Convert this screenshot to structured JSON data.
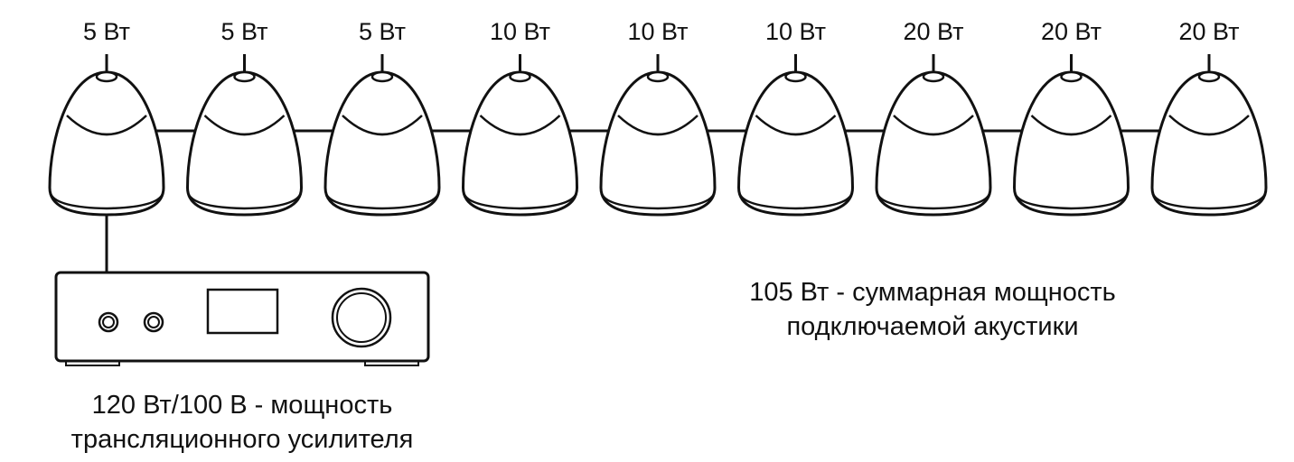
{
  "speakers": [
    {
      "power": "5 Вт"
    },
    {
      "power": "5 Вт"
    },
    {
      "power": "5 Вт"
    },
    {
      "power": "10 Вт"
    },
    {
      "power": "10 Вт"
    },
    {
      "power": "10 Вт"
    },
    {
      "power": "20 Вт"
    },
    {
      "power": "20 Вт"
    },
    {
      "power": "20 Вт"
    }
  ],
  "total_note": {
    "line1": "105 Вт -  суммарная мощность",
    "line2": "подключаемой акустики"
  },
  "amplifier_note": {
    "line1": "120 Вт/100 В - мощность",
    "line2": "трансляционного усилителя"
  },
  "colors": {
    "stroke": "#111111",
    "background": "#ffffff"
  }
}
